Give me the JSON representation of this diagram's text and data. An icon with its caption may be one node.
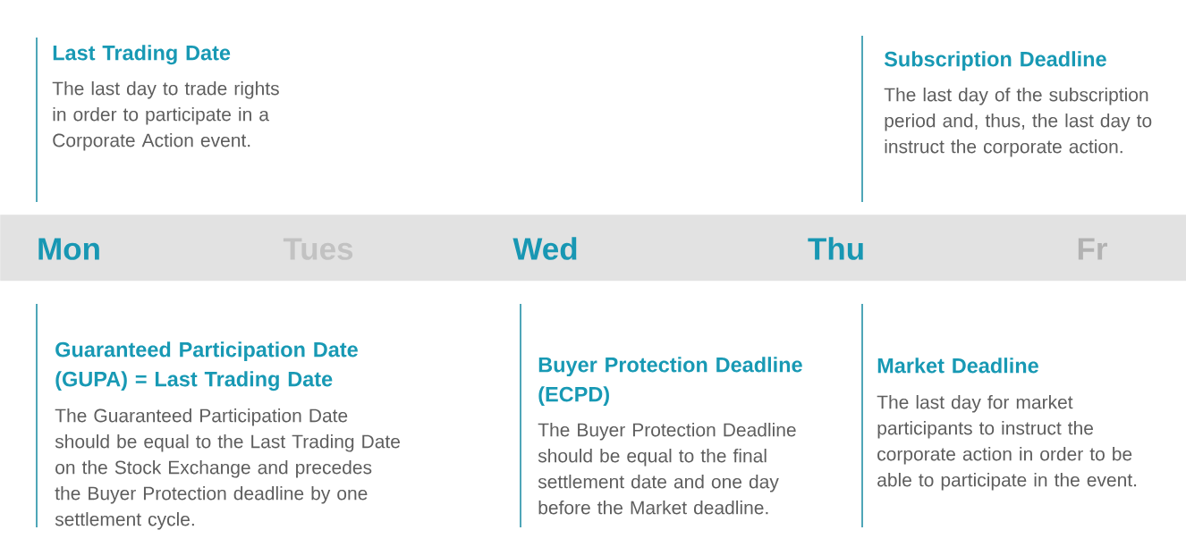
{
  "diagram": {
    "nodes": [
      {
        "text": [
          "Last Trading Date",
          "The last day to trade rights in order to participate in a Corporate Action event."
        ]
      },
      {
        "text": [
          "Subscription Deadline",
          "The last day of the subscription period and, thus, the last day to instruct the corporate action."
        ]
      },
      {
        "text": [
          "Mon",
          "Tues",
          "Wed",
          "Thu",
          "Fr"
        ]
      },
      {
        "text": [
          "Guaranteed Participation Date (GUPA) = Last Trading Date",
          "The Guaranteed Participation Date should be equal to the Last Trading Date on the Stock Exchange and precedes the Buyer Protection deadline by one settlement cycle."
        ]
      },
      {
        "text": [
          "Buyer Protection Deadline (ECPD)",
          "The Buyer Protection Deadline should be equal to the final settlement date and one day before the Market deadline."
        ]
      },
      {
        "text": [
          "Market Deadline",
          "The last day for market participants to instruct the corporate action in order to be able to participate in the event."
        ]
      }
    ]
  }
}
